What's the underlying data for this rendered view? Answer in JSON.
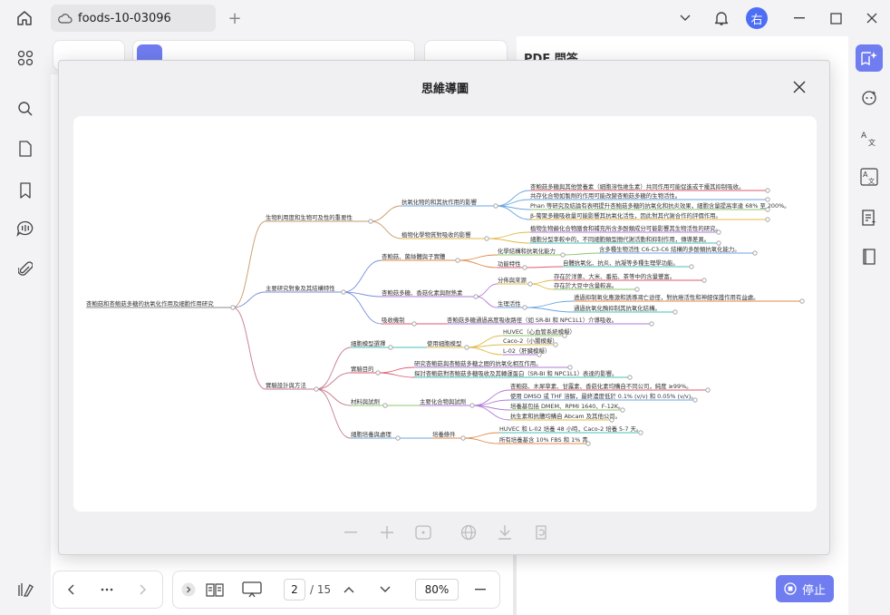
{
  "window": {
    "tab_title": "foods-10-03096",
    "avatar_char": "右"
  },
  "right_panel": {
    "title": "PDF 問答"
  },
  "modal": {
    "title": "思維導圖"
  },
  "mindmap": {
    "root": "杏鮑菇和杏鮑菇多糖的抗氧化作用及細胞作用研究",
    "branches": [
      "生物利用度和生物可及性的重要性",
      "主要研究對象及其結構特性",
      "實驗設計與方法"
    ],
    "b1_subs": [
      "抗氧化物的和其抗作用的影響",
      "植物化學物質對吸收的影響"
    ],
    "b1_leaves_a": [
      "杏鮑菇多糖與其他營養素（細胞溶性維生素）共同作用可能促進或干擾其抑制吸收。",
      "共存化合物如製劑的作用可能改變杏鮑菇多糖的生物活性。",
      "Phan 等研究及結論有表明提升杏鮑菇多糖的抗氧化和抗炎效果，細胞含量提高率達 68% 至 200%。",
      "β-葡聚多糖吸收量可能影響其抗氧化活性，因此對其代謝合作的評價作用。"
    ],
    "b1_leaves_b": [
      "植物生物鹼化合物膳食和補充所含多酚類成分可能影響其生物活性的研究。",
      "細胞分型率較中的，不同細胞類型間代謝活動和抑制作用，傳導差異。"
    ],
    "b2_subs": [
      "杏鮑菇、菌絲體與子實體",
      "杏鮑菇多糖、香菇化素與耐熱素",
      "吸收機制"
    ],
    "b2_leaves_a_head": [
      "化學結構和抗氧化能力",
      "功能特性"
    ],
    "b2_leaves_a": [
      "含多種生物活性 C6-C3-C6 結構的多酚類抗氧化能力。",
      "自體抗氧化、抗炎、抗凝等多種生理學功能。"
    ],
    "b2_leaves_b_head": [
      "分佈與來源",
      "生理活性"
    ],
    "b2_leaves_b": [
      "存在於洋蔥、大米、番茄、茶等中的含量豐富。",
      "存在於大豆中含量較高。",
      "透過抑制氧化應激和誘導凋亡途徑，對抗癌活性和神經保護作用有益處。",
      "通過抗氧化酶抑制其抗氧化結構。"
    ],
    "b2_leaf_c": "杏鮑菇多糖通過高度吸收路徑（如 SR-BI 和 NPC1L1）介導吸收。",
    "b3_subs": [
      "細胞模型選擇",
      "實驗目的",
      "材料與試劑",
      "細胞培養與處理"
    ],
    "b3_leaves_a_head": "使用細胞模型",
    "b3_leaves_a": [
      "HUVEC（心血管系統模擬）",
      "Caco-2（小腸模擬）",
      "L-02（肝臟模擬）"
    ],
    "b3_leaves_b": [
      "研究杏鮑菇與杏鮑菇多糖之間的抗氧化相互作用。",
      "探討杏鮑菇對杏鮑菇多糖吸收及其轉運蛋白（SR-BI 和 NPC1L1）表達的影響。"
    ],
    "b3_leaves_c_head": "主要化合物與試劑",
    "b3_leaves_c": [
      "杏鮑菇、木犀草素、甘露素、香菇化素均購自不同公司，純度 ≥99%。",
      "使用 DMSO 或 THF 溶解，最終濃度低於 0.1% (v/v) 和 0.05% (v/v)。",
      "培養基包括 DMEM、RPMI 1640、F-12K。",
      "抗生素和抗體均購自 Abcam 及其他公司。"
    ],
    "b3_leaves_d_head": "培養條件",
    "b3_leaves_d": [
      "HUVEC 和 L-02 培養 48 小時，Caco-2 培養 5-7 天。",
      "所有培養基含 10% FBS 和 1% 青"
    ]
  },
  "bottom": {
    "current_page": "2",
    "total_pages": "/ 15",
    "zoom": "80%",
    "stop_label": "停止"
  },
  "colors": {
    "accent": "#6f7df0",
    "avatar": "#4c6ef5",
    "branch1": "#c79a6a",
    "branch2": "#7b8fd9",
    "branch3": "#c77b8e"
  }
}
